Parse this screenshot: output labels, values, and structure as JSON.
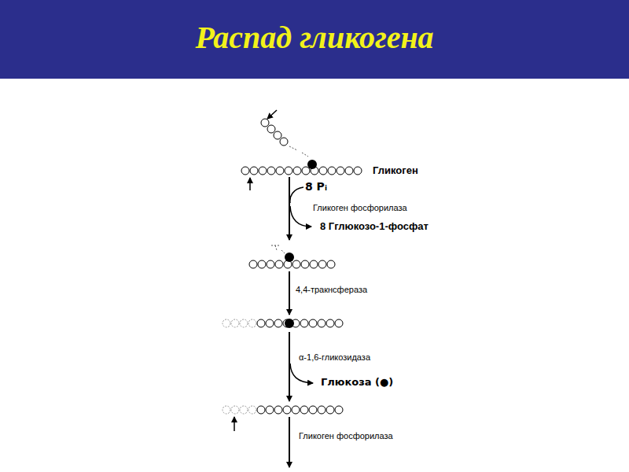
{
  "diagram": {
    "title": "Распад гликогена",
    "labels": [
      "Гликоген",
      "8 Pᵢ",
      "Гликоген фосфорилаза",
      "8 Гглюкозо-1-фосфат",
      "4,4-тракнсфераза",
      "α-1,6-гликозидаза",
      "Глюкоза (●)",
      "Гликоген фосфорилаза"
    ]
  }
}
